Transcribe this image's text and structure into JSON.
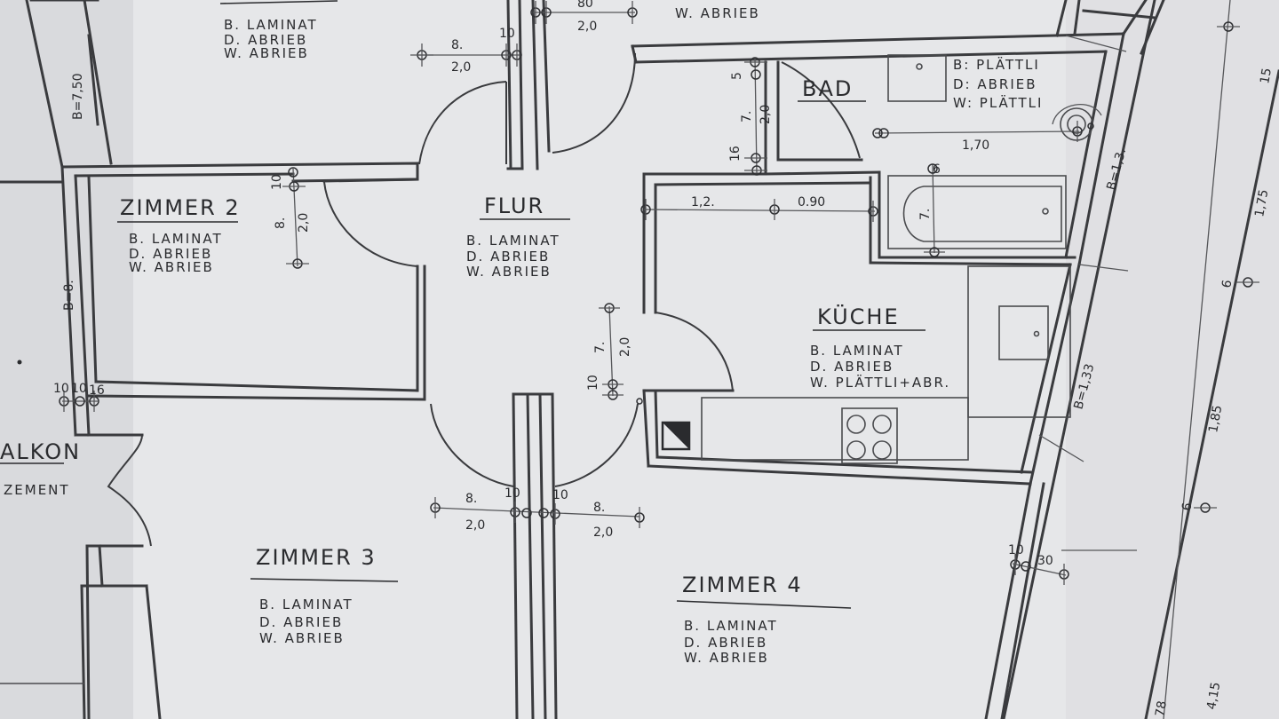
{
  "rooms": {
    "zimmer_top": {
      "lines": [
        "B. LAMINAT",
        "D. ABRIEB",
        "W. ABRIEB"
      ]
    },
    "zimmer2": {
      "name": "ZIMMER 2",
      "lines": [
        "B. LAMINAT",
        "D. ABRIEB",
        "W. ABRIEB"
      ]
    },
    "flur": {
      "name": "FLUR",
      "lines": [
        "B. LAMINAT",
        "D. ABRIEB",
        "W. ABRIEB"
      ]
    },
    "bad": {
      "name": "BAD",
      "lines": [
        "B: PLÄTTLI",
        "D: ABRIEB",
        "W: PLÄTTLI"
      ]
    },
    "kueche": {
      "name": "KÜCHE",
      "lines": [
        "B. LAMINAT",
        "D. ABRIEB",
        "W. PLÄTTLI+ABR."
      ]
    },
    "top_right": {
      "lines": [
        "W. ABRIEB"
      ]
    },
    "zimmer3": {
      "name": "ZIMMER 3",
      "lines": [
        "B. LAMINAT",
        "D. ABRIEB",
        "W. ABRIEB"
      ]
    },
    "zimmer4": {
      "name": "ZIMMER 4",
      "lines": [
        "B. LAMINAT",
        "D. ABRIEB",
        "W. ABRIEB"
      ]
    },
    "balkon": {
      "name": "ALKON",
      "lines": [
        "ZEMENT"
      ]
    }
  },
  "dims": {
    "d_top_80": "80",
    "d_top_20": "2,0",
    "d_flur_80": "8.",
    "d_flur_20": "2,0",
    "d_flur_10": "10",
    "d_z2_80": "8.",
    "d_z2_20": "2,0",
    "d_z2_10": "10",
    "d_bad_5": "5",
    "d_bad_70": "7.",
    "d_bad_20": "2,0",
    "d_bad_16": "16",
    "d_bad_170": "1,70",
    "d_bad_6": "6",
    "d_bad_7": "7.",
    "d_k_120": "1,2.",
    "d_k_090": "0.90",
    "d_flur2_70": "7.",
    "d_flur2_20": "2,0",
    "d_flur2_10": "10",
    "d_bot_80a": "8.",
    "d_bot_20a": "2,0",
    "d_bot_10a": "10",
    "d_bot_10b": "10",
    "d_bot_80b": "8.",
    "d_bot_20b": "2,0",
    "d_left_10a": "10",
    "d_left_10b": "10",
    "d_left_16": "16",
    "d_left_750": "B=7,50",
    "d_left_80": "B=8.",
    "d_r_130": "B=1,3.",
    "d_r_133": "B=1,33",
    "d_r_10": "10",
    "d_r_30": "30",
    "d_ext_15": "15",
    "d_ext_175": "1,75",
    "d_ext_6a": "6",
    "d_ext_185": "1,85",
    "d_ext_6b": "6",
    "d_ext_415": "4,15",
    "d_ext_78": "78"
  }
}
